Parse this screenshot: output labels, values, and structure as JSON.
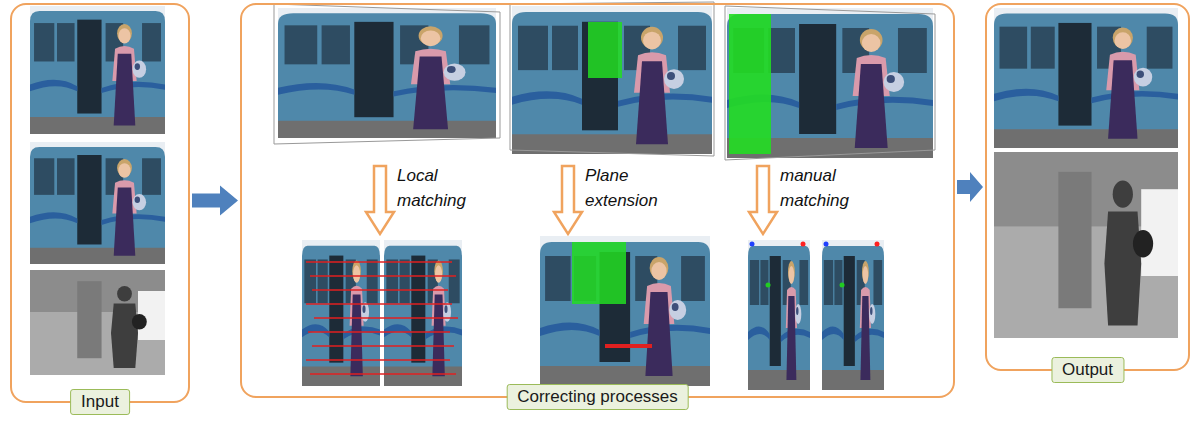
{
  "diagram": {
    "nodes": [
      {
        "text": [
          "Input"
        ]
      },
      {
        "text": [
          "Correcting processes"
        ]
      },
      {
        "text": [
          "Output"
        ]
      }
    ],
    "edges": [
      {
        "from": 0,
        "to": 1,
        "arrow": "to"
      },
      {
        "from": 1,
        "to": 2,
        "arrow": "to"
      }
    ],
    "labels": [
      "Local matching",
      "Plane extension",
      "manual matching"
    ]
  }
}
